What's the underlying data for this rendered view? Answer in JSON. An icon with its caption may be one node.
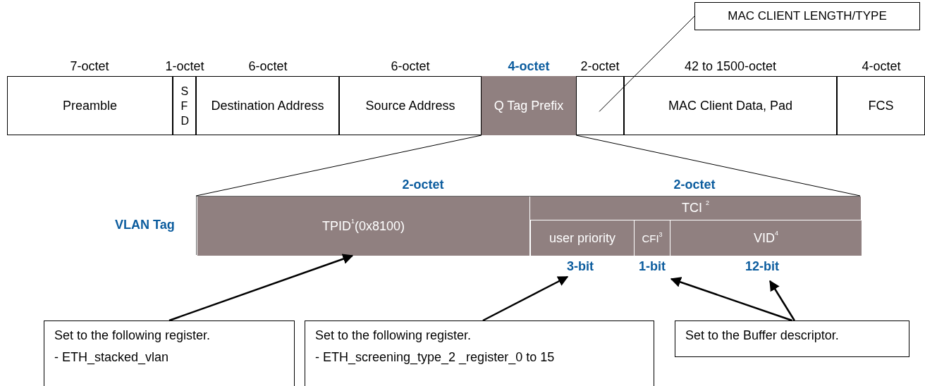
{
  "diagram": {
    "nodes": [
      {
        "text": [
          "Preamble"
        ],
        "beside": [
          "7-octet"
        ]
      },
      {
        "text": [
          "S F D"
        ],
        "beside": [
          "1-octet"
        ]
      },
      {
        "text": [
          "Destination Address"
        ],
        "beside": [
          "6-octet"
        ]
      },
      {
        "text": [
          "Source Address"
        ],
        "beside": [
          "6-octet"
        ]
      },
      {
        "text": [
          "Q Tag Prefix"
        ],
        "beside": [
          "4-octet"
        ]
      },
      {
        "text": [],
        "shape": "box",
        "beside": [
          "2-octet"
        ]
      },
      {
        "text": [
          "MAC Client Data, Pad"
        ],
        "beside": [
          "42 to 1500-octet"
        ]
      },
      {
        "text": [
          "FCS"
        ],
        "beside": [
          "4-octet"
        ]
      },
      {
        "text": [
          "MAC CLIENT LENGTH/TYPE"
        ]
      },
      {
        "text": [
          "VLAN Tag"
        ]
      },
      {
        "text": [
          "TPID$^{1}$(0x8100)"
        ],
        "in": 9,
        "beside": [
          "2-octet"
        ]
      },
      {
        "text": [
          "TCI $^{2}$"
        ],
        "in": 9,
        "beside": [
          "2-octet"
        ]
      },
      {
        "text": [
          "user priority"
        ],
        "in": 11,
        "beside": [
          "3-bit"
        ]
      },
      {
        "text": [
          "CFI$^{3}$"
        ],
        "in": 11,
        "beside": [
          "1-bit"
        ]
      },
      {
        "text": [
          "VID$^{4}$"
        ],
        "in": 11,
        "beside": [
          "12-bit"
        ]
      },
      {
        "text": [
          "Set to the following register.",
          "- ETH_stacked_vlan"
        ]
      },
      {
        "text": [
          "Set to the following register.",
          "- ETH_screening_type_2 _register_0 to 15"
        ]
      },
      {
        "text": [
          "Set to the Buffer descriptor."
        ]
      }
    ],
    "edges": [
      {
        "from": 8,
        "to": 5,
        "arrow": "none"
      },
      {
        "from": 4,
        "to": 9,
        "arrow": "none"
      },
      {
        "from": 4,
        "to": 9,
        "arrow": "none"
      },
      {
        "from": 15,
        "to": 10,
        "arrow": "to"
      },
      {
        "from": 16,
        "to": 12,
        "arrow": "to"
      },
      {
        "from": 17,
        "to": 13,
        "arrow": "to"
      },
      {
        "from": 17,
        "to": 14,
        "arrow": "to"
      }
    ]
  }
}
